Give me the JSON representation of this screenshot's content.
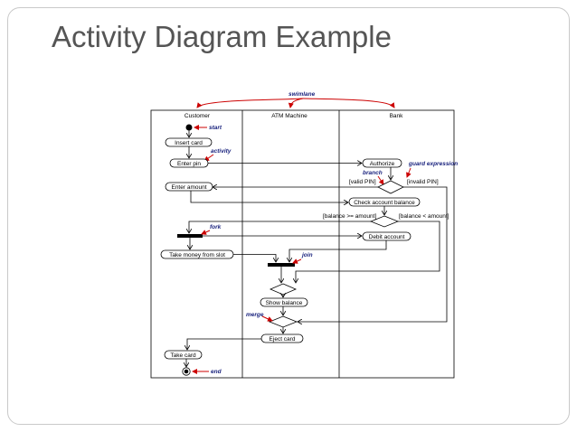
{
  "slide": {
    "title": "Activity Diagram Example"
  },
  "diagram": {
    "swimlanes": [
      "Customer",
      "ATM Machine",
      "Bank"
    ],
    "activities": {
      "insert_card": "Insert card",
      "enter_pin": "Enter pin",
      "enter_amount": "Enter amount",
      "take_money": "Take money from slot",
      "authorize": "Authorize",
      "check_balance": "Check account balance",
      "debit_account": "Debit account",
      "show_balance": "Show balance",
      "eject_card": "Eject card",
      "take_card": "Take card"
    },
    "guards": {
      "valid_pin": "[valid PIN]",
      "invalid_pin": "[invalid PIN]",
      "balance_ok": "[balance >= amount]",
      "balance_low": "[balance < amount]"
    },
    "annotations": {
      "swimlane": "swimlane",
      "start": "start",
      "activity": "activity",
      "branch": "branch",
      "guard": "guard expression",
      "fork": "fork",
      "join": "join",
      "merge": "merge",
      "end": "end"
    },
    "colors": {
      "annotation_arrow": "#cc0000",
      "annotation_text": "#1a237e"
    }
  }
}
